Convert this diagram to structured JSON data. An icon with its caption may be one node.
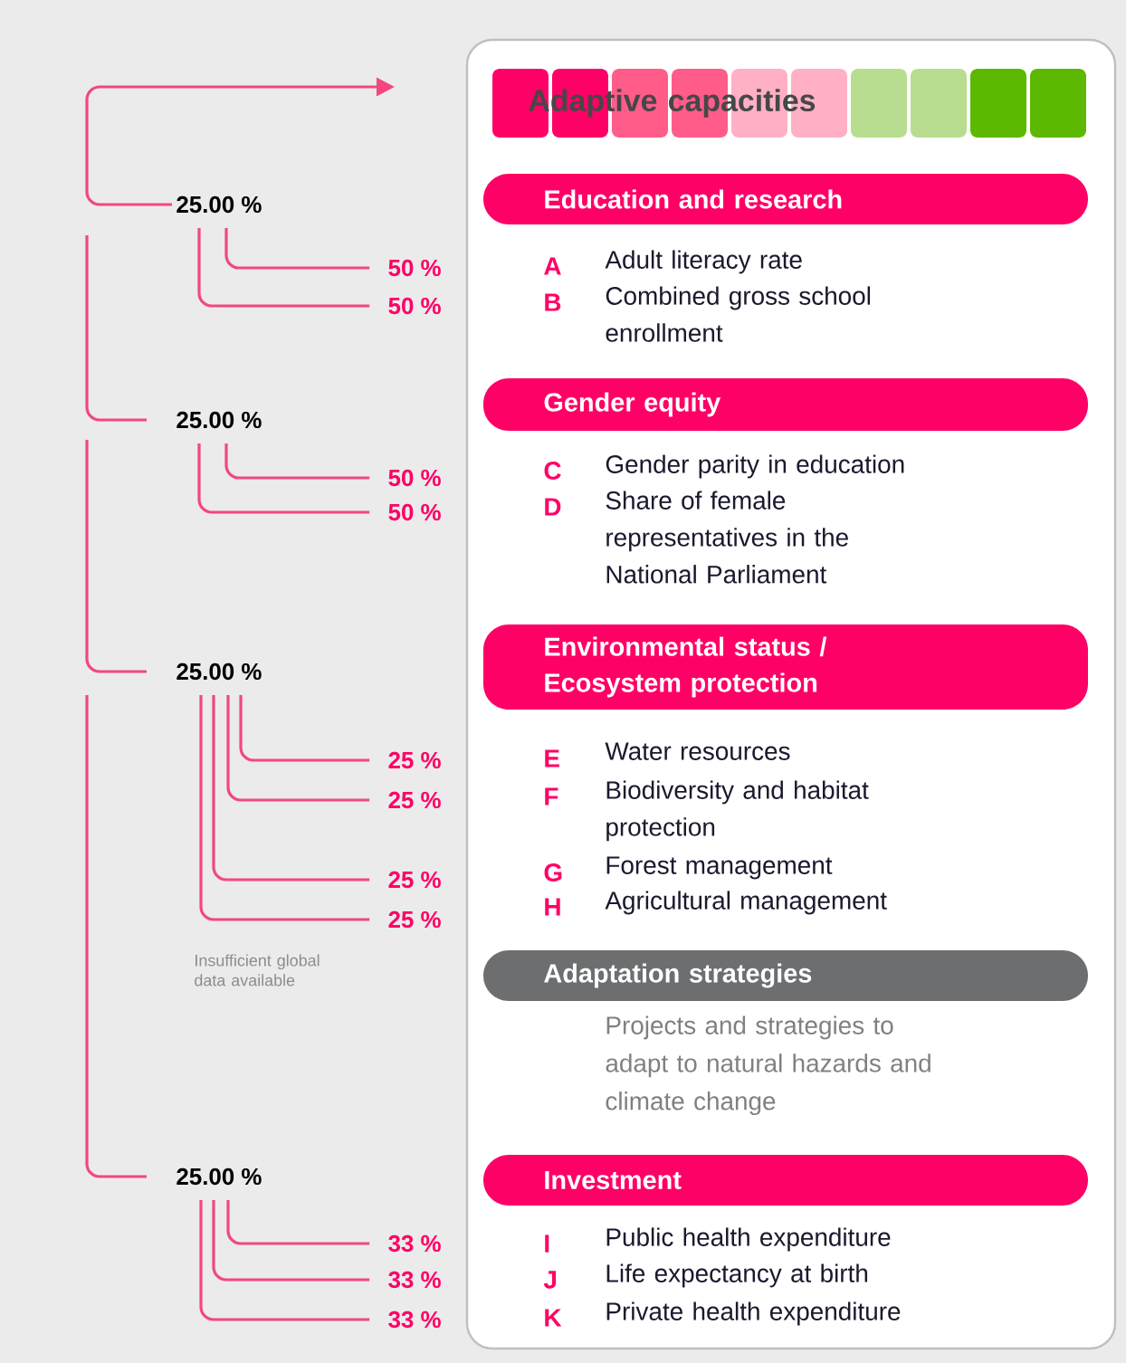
{
  "diagram": {
    "nodes": [
      {
        "text": [
          "Adaptive capacities"
        ]
      },
      {
        "text": [
          "25.00 %"
        ]
      },
      {
        "text": [
          "50 %"
        ]
      },
      {
        "text": [
          "50 %"
        ]
      },
      {
        "text": [
          "25.00 %"
        ]
      },
      {
        "text": [
          "50 %"
        ]
      },
      {
        "text": [
          "50 %"
        ]
      },
      {
        "text": [
          "25.00 %"
        ]
      },
      {
        "text": [
          "25 %"
        ]
      },
      {
        "text": [
          "25 %"
        ]
      },
      {
        "text": [
          "25 %"
        ]
      },
      {
        "text": [
          "25 %"
        ]
      },
      {
        "text": [
          "25.00 %"
        ]
      },
      {
        "text": [
          "33 %"
        ]
      },
      {
        "text": [
          "33 %"
        ]
      },
      {
        "text": [
          "33 %"
        ]
      },
      {
        "text": [
          "Education and research"
        ]
      },
      {
        "text": [
          "Gender equity"
        ]
      },
      {
        "text": [
          "Environmental status / Ecosystem protection"
        ]
      },
      {
        "text": [
          "Adaptation strategies"
        ],
        "beside": [
          "Projects and strategies to adapt to natural hazards and climate change"
        ]
      },
      {
        "text": [
          "Investment"
        ]
      }
    ],
    "edges": [
      {
        "from": 1,
        "to": 0,
        "arrow": "to"
      },
      {
        "from": null,
        "to": 4,
        "arrow": "none"
      },
      {
        "from": null,
        "to": 7,
        "arrow": "none"
      },
      {
        "from": null,
        "to": 12,
        "arrow": "none"
      },
      {
        "from": 1,
        "to": 2,
        "arrow": "none"
      },
      {
        "from": 1,
        "to": 3,
        "arrow": "none"
      },
      {
        "from": 4,
        "to": 5,
        "arrow": "none"
      },
      {
        "from": 4,
        "to": 6,
        "arrow": "none"
      },
      {
        "from": 7,
        "to": 8,
        "arrow": "none"
      },
      {
        "from": 7,
        "to": 9,
        "arrow": "none"
      },
      {
        "from": 7,
        "to": 10,
        "arrow": "none"
      },
      {
        "from": 7,
        "to": 11,
        "arrow": "none"
      },
      {
        "from": 12,
        "to": 13,
        "arrow": "none"
      },
      {
        "from": 12,
        "to": 14,
        "arrow": "none"
      },
      {
        "from": 12,
        "to": 15,
        "arrow": "none"
      }
    ],
    "labels": [
      "A",
      "Adult literacy rate",
      "B",
      "Combined gross school enrollment",
      "C",
      "Gender parity in education",
      "D",
      "Share of female representatives in the National Parliament",
      "E",
      "Water resources",
      "F",
      "Biodiversity and habitat protection",
      "G",
      "Forest management",
      "H",
      "Agricultural management",
      "Insufficient global data available",
      "I",
      "Public health expenditure",
      "J",
      "Life expectancy at birth",
      "K",
      "Private health expenditure"
    ]
  }
}
